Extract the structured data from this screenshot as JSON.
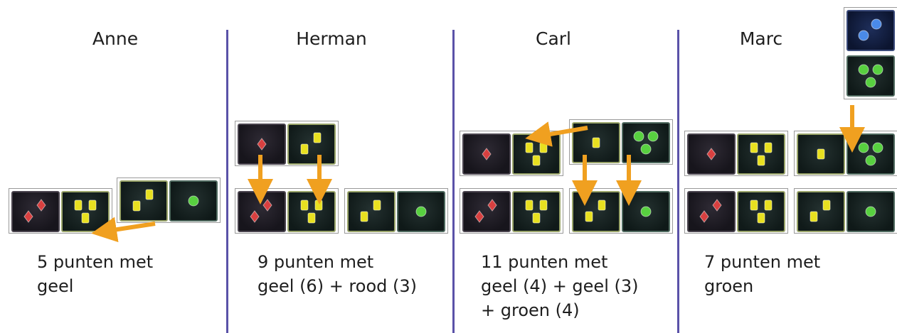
{
  "players": [
    {
      "name": "Anne",
      "caption": [
        "5 punten met",
        "geel"
      ]
    },
    {
      "name": "Herman",
      "caption": [
        "9 punten met",
        "geel (6) + rood (3)"
      ]
    },
    {
      "name": "Carl",
      "caption": [
        "11 punten met",
        "geel (4) + geel (3)",
        "+ groen (4)"
      ]
    },
    {
      "name": "Marc",
      "caption": [
        "7 punten met",
        "groen"
      ]
    }
  ],
  "colors": {
    "divider": "#5a52a8",
    "arrow": "#f0a020",
    "red_gem": "#d84040",
    "yellow_gem": "#e8e020",
    "green_gem": "#58d040",
    "blue_gem": "#4a8ae8"
  },
  "icons": [
    "red-gem-icon",
    "yellow-gem-icon",
    "green-gem-icon",
    "blue-gem-icon",
    "arrow-icon"
  ]
}
